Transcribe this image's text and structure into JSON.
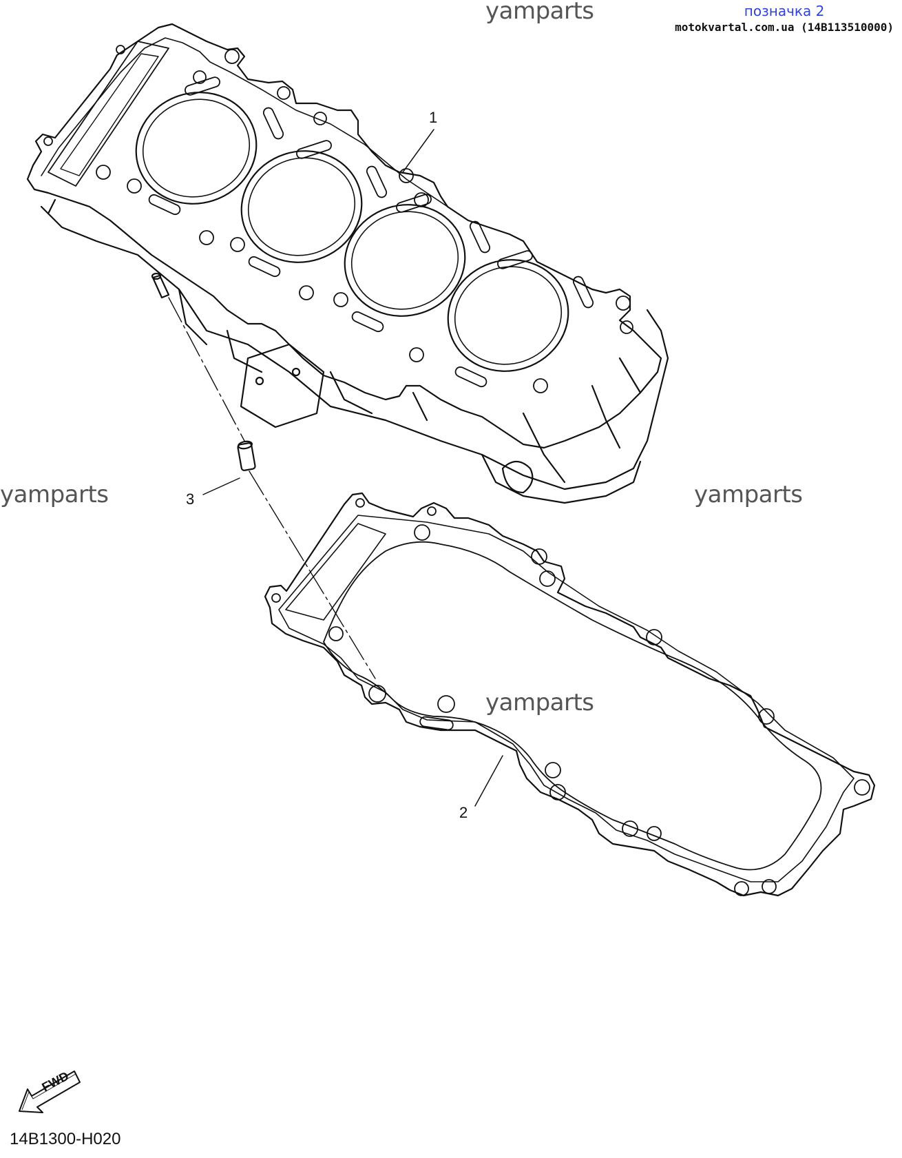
{
  "watermarks": [
    "yamparts",
    "yamparts",
    "yamparts",
    "yamparts"
  ],
  "tag": {
    "badge": "позначка 2",
    "site": "motokvartal.com.ua (14B113510000)"
  },
  "callouts": [
    {
      "number": "1",
      "part": "cylinder"
    },
    {
      "number": "2",
      "part": "cylinder-gasket"
    },
    {
      "number": "3",
      "part": "dowel-pin"
    }
  ],
  "fwd_label": "FWD",
  "diagram_code": "14B1300-H020",
  "colors": {
    "line": "#111111",
    "badge": "#2f43d6",
    "watermark": "#555555"
  }
}
